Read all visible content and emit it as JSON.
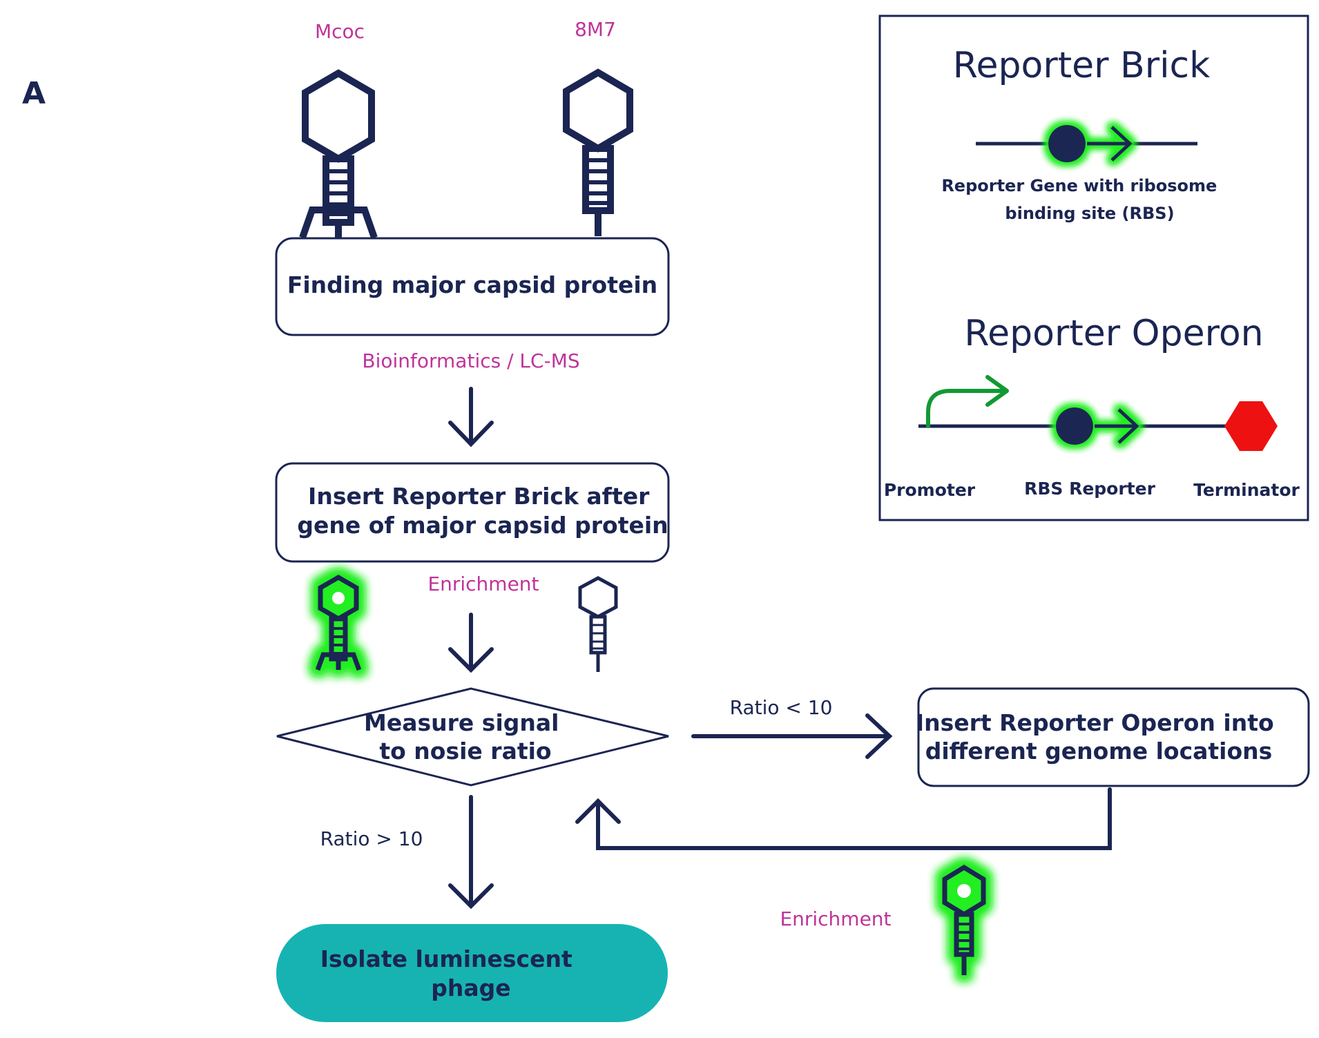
{
  "panel_label": "A",
  "phages": {
    "left_label": "Mcoc",
    "right_label": "8M7"
  },
  "steps": {
    "step1_lines": [
      "Finding major capsid protein"
    ],
    "method_label": "Bioinformatics  / LC-MS",
    "step2_lines": [
      "Insert Reporter  Brick  after",
      "gene of major capsid protein"
    ],
    "enrichment_label_1": "Enrichment",
    "decision_lines": [
      "Measure signal",
      "to nosie ratio"
    ],
    "ratio_low_label": "Ratio < 10",
    "ratio_high_label": "Ratio > 10",
    "operon_step_lines": [
      "Insert Reporter  Operon  into",
      "different  genome locations"
    ],
    "enrichment_label_2": "Enrichment",
    "final_lines": [
      "Isolate luminescent",
      "phage"
    ]
  },
  "legend": {
    "brick_title": "Reporter Brick",
    "brick_caption_lines": [
      "Reporter Gene with ribosome",
      "binding site (RBS)"
    ],
    "operon_title": "Reporter Operon",
    "promoter_label": "Promoter",
    "rbs_reporter_label": "RBS Reporter",
    "terminator_label": "Terminator"
  },
  "colors": {
    "navy": "#1b2552",
    "magenta": "#c0339a",
    "glow_green": "#22ee22",
    "promoter_green": "#119933",
    "terminator_red": "#ee1111",
    "final_fill": "#17b3b3"
  }
}
